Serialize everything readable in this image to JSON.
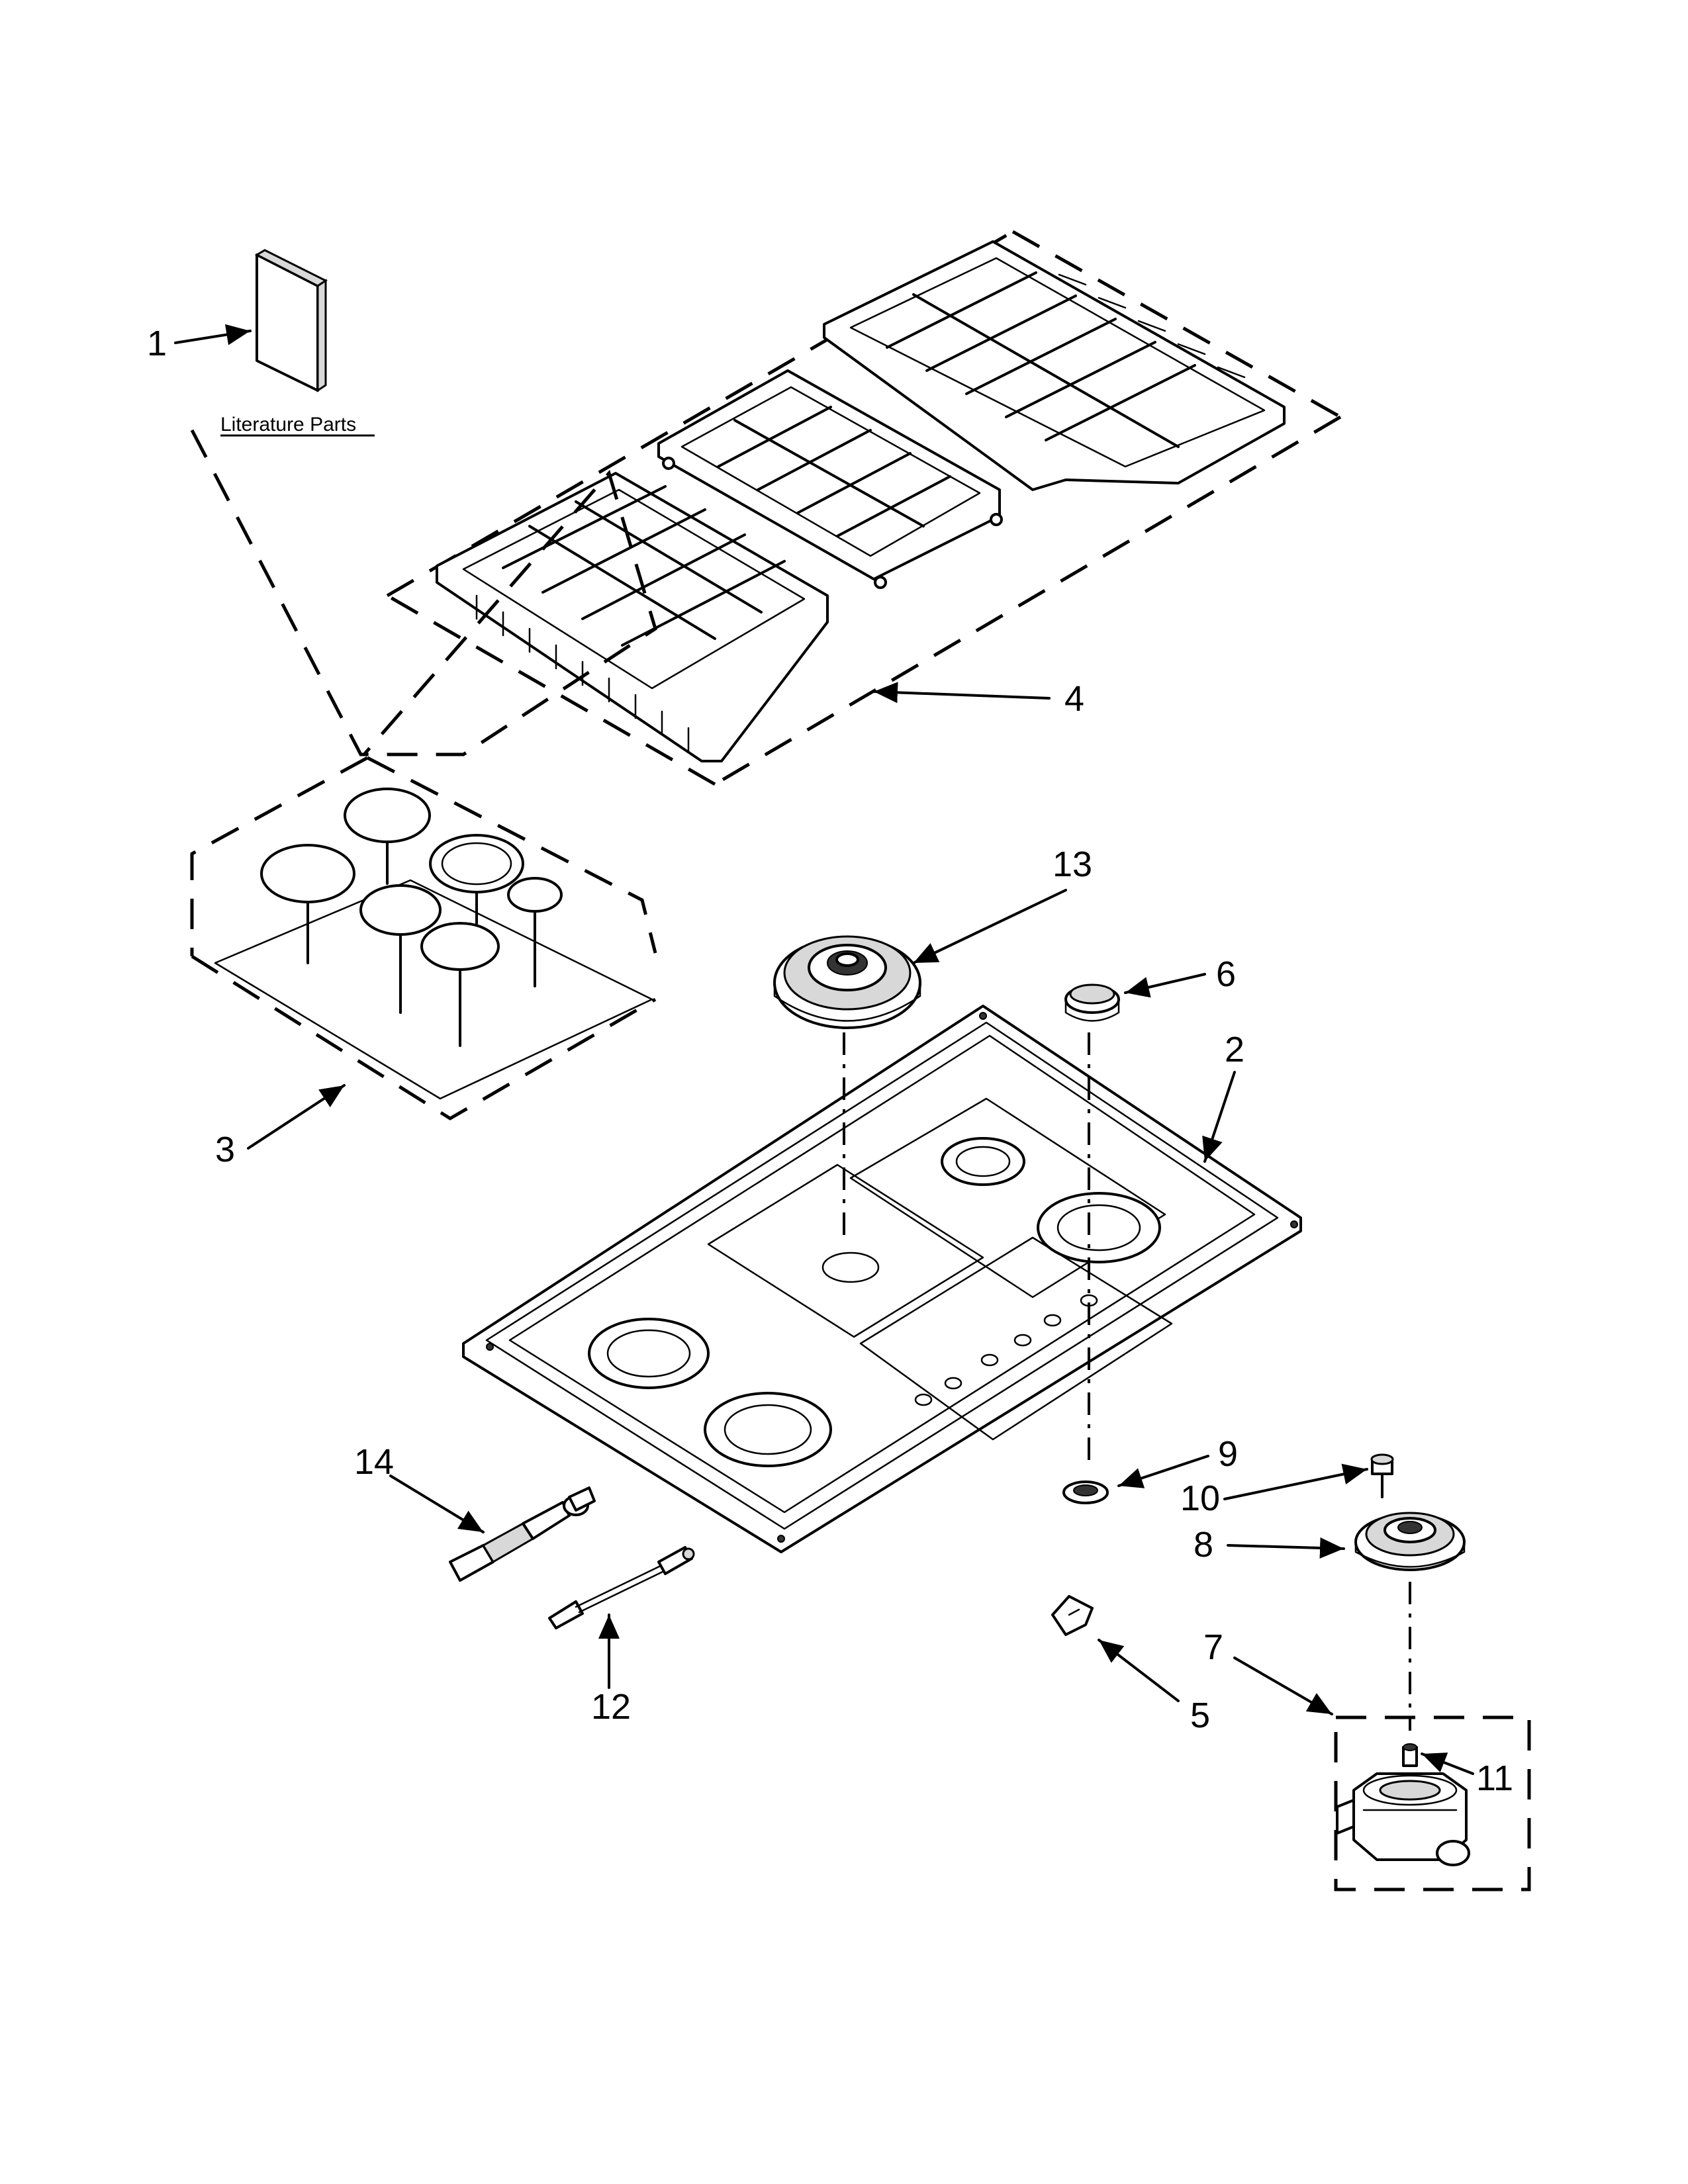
{
  "literature_label": "Literature Parts",
  "callouts": {
    "c1": "1",
    "c2": "2",
    "c3": "3",
    "c4": "4",
    "c5": "5",
    "c6": "6",
    "c7": "7",
    "c8": "8",
    "c9": "9",
    "c10": "10",
    "c11": "11",
    "c12": "12",
    "c13": "13",
    "c14": "14"
  }
}
